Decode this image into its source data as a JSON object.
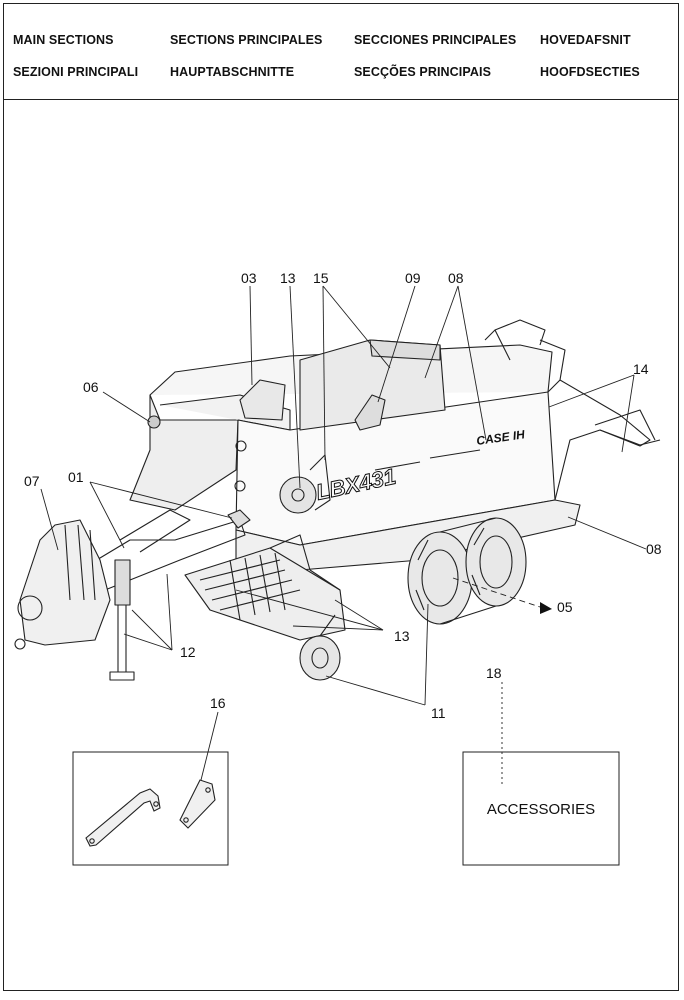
{
  "header": {
    "row1": [
      "MAIN SECTIONS",
      "SECTIONS PRINCIPALES",
      "SECCIONES PRINCIPALES",
      "HOVEDAFSNIT"
    ],
    "row2": [
      "SEZIONI PRINCIPALI",
      "HAUPTABSCHNITTE",
      "SECÇÕES PRINCIPAIS",
      "HOOFDSECTIES"
    ]
  },
  "callouts": {
    "c03": "03",
    "c13a": "13",
    "c15": "15",
    "c09": "09",
    "c08a": "08",
    "c06": "06",
    "c14": "14",
    "c01": "01",
    "c07": "07",
    "c08b": "08",
    "c05": "05",
    "c12": "12",
    "c13b": "13",
    "c11": "11",
    "c16": "16",
    "c18": "18"
  },
  "machine": {
    "brand": "CASE IH",
    "model": "LBX431"
  },
  "accessories_box": {
    "label": "ACCESSORIES"
  }
}
